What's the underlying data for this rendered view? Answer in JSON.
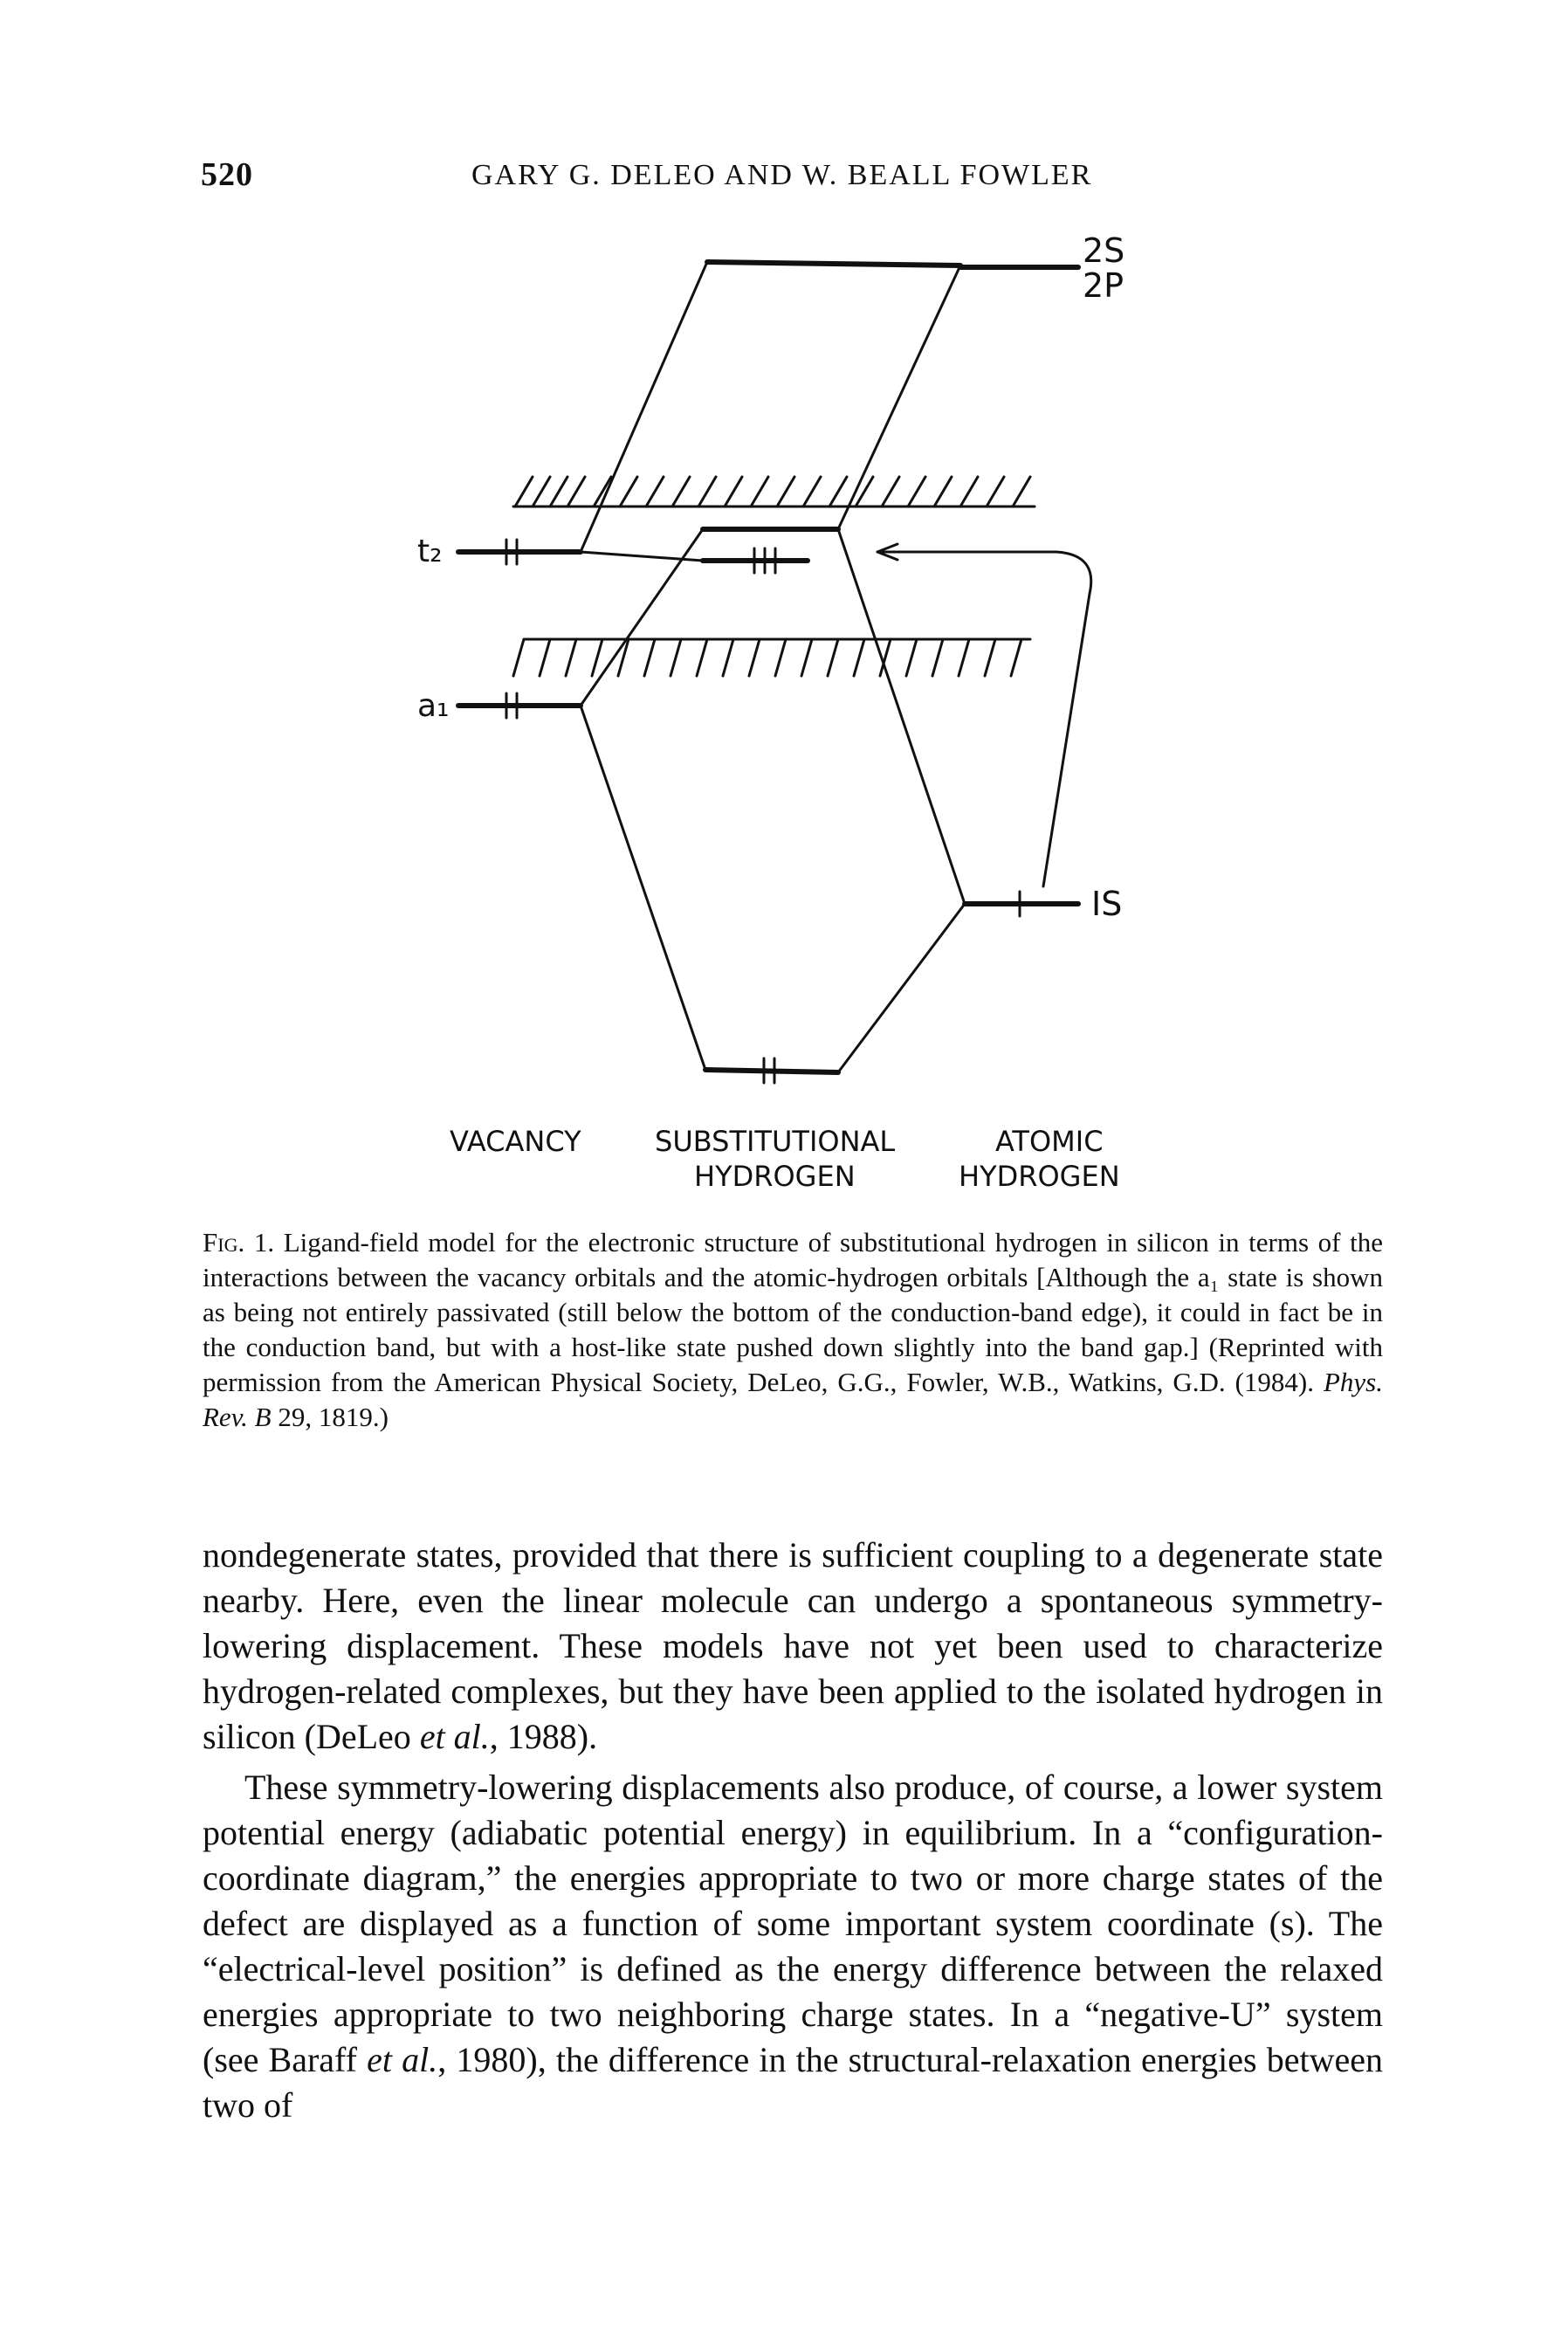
{
  "header": {
    "page_number": "520",
    "running_head": "GARY G. DELEO AND W. BEALL FOWLER"
  },
  "figure": {
    "level_labels": {
      "t2": "t₂",
      "a1": "a₁",
      "two_s": "2S",
      "two_p": "2P",
      "one_s": "IS"
    },
    "column_labels": {
      "vacancy": "VACANCY",
      "substitutional_line1": "SUBSTITUTIONAL",
      "substitutional_line2": "HYDROGEN",
      "atomic_line1": "ATOMIC",
      "atomic_line2": "HYDROGEN"
    }
  },
  "caption": {
    "label": "Fig. 1.",
    "text_before_italic": " Ligand-field model for the electronic structure of substitutional hydrogen in silicon in terms of the interactions between the vacancy orbitals and the atomic-hydrogen orbitals [Although the a₁ state is shown as being not entirely passivated (still below the bottom of the conduction-band edge), it could in fact be in the conduction band, but with a host-like state pushed down slightly into the band gap.] (Reprinted with permission from the American Physical Society, DeLeo, G.G., Fowler, W.B., Watkins, G.D. (1984). ",
    "journal_italic": "Phys. Rev. B",
    "text_after_italic": " 29, 1819.)"
  },
  "body": {
    "p1_part1": "nondegenerate states, provided that there is sufficient coupling to a degenerate state nearby. Here, even the linear molecule can undergo a spontaneous symmetry-lowering displacement. These models have not yet been used to characterize hydrogen-related complexes, but they have been applied to the isolated hydrogen in silicon (DeLeo ",
    "p1_italic": "et al.",
    "p1_part2": ", 1988).",
    "p2_part1": "These symmetry-lowering displacements also produce, of course, a lower system potential energy (adiabatic potential energy) in equilibrium. In a “configuration-coordinate diagram,” the energies appropriate to two or more charge states of the defect are displayed as a function of some important system coordinate (s). The “electrical-level position” is defined as the energy difference between the relaxed energies appropriate to two neighboring charge states. In a “negative-U” system (see Baraff ",
    "p2_italic": "et al.",
    "p2_part2": ", 1980), the difference in the structural-relaxation energies between two of"
  }
}
